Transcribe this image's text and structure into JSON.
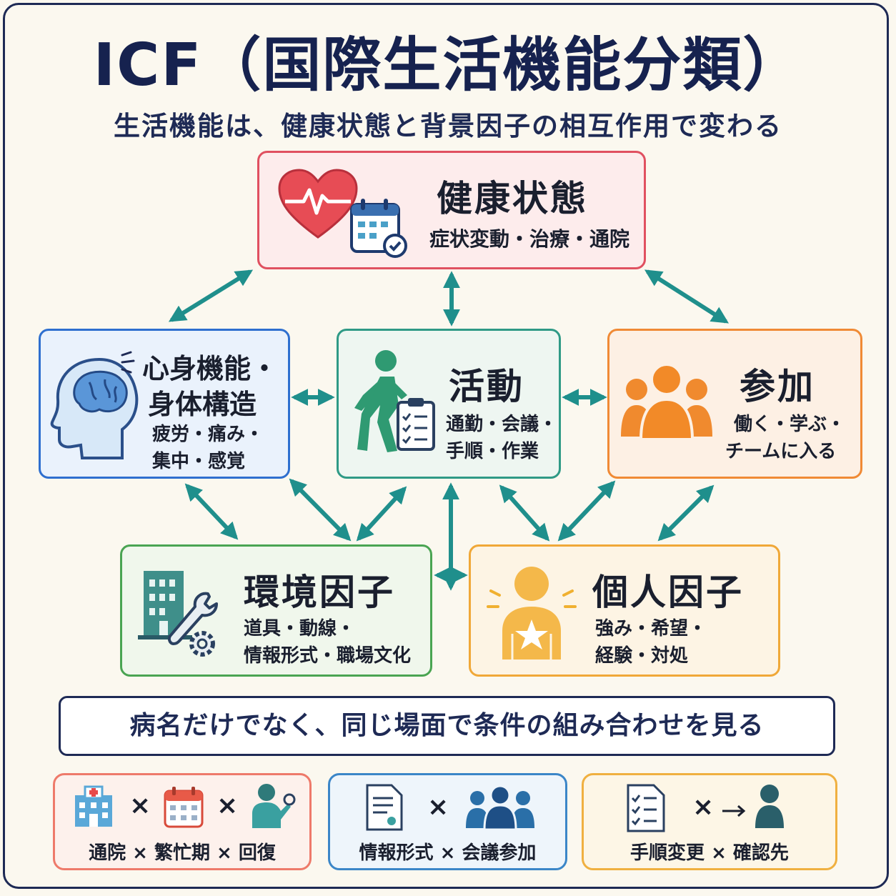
{
  "title": "ICF（国際生活機能分類）",
  "subtitle": "生活機能は、健康状態と背景因子の相互作用で変わる",
  "nodes": {
    "health": {
      "title": "健康状態",
      "desc1": "症状変動・治療・通院"
    },
    "body": {
      "title1": "心身機能・",
      "title2": "身体構造",
      "desc1": "疲労・痛み・",
      "desc2": "集中・感覚"
    },
    "activity": {
      "title": "活動",
      "desc1": "通勤・会議・",
      "desc2": "手順・作業"
    },
    "participation": {
      "title": "参加",
      "desc1": "働く・学ぶ・",
      "desc2": "チームに入る"
    },
    "environment": {
      "title": "環境因子",
      "desc1": "道具・動線・",
      "desc2": "情報形式・職場文化"
    },
    "personal": {
      "title": "個人因子",
      "desc1": "強み・希望・",
      "desc2": "経験・対処"
    }
  },
  "banner": "病名だけでなく、同じ場面で条件の組み合わせを見る",
  "examples": [
    {
      "label": "通院 × 繁忙期 × 回復"
    },
    {
      "label": "情報形式 × 会議参加"
    },
    {
      "label": "手順変更 × 確認先"
    }
  ],
  "times_symbol": "×",
  "colors": {
    "navy": "#1e2a55",
    "teal_arrow": "#1f8f8c",
    "health": "#e05060",
    "body": "#2e6fcf",
    "activity": "#2f9a86",
    "participation": "#f08a35",
    "environment": "#4aa452",
    "personal": "#f0a838"
  },
  "icons": [
    "heart-pulse-icon",
    "calendar-check-icon",
    "head-brain-icon",
    "walking-person-icon",
    "clipboard-checklist-icon",
    "group-people-icon",
    "building-icon",
    "wrench-gear-icon",
    "person-star-icon",
    "hospital-icon",
    "person-recovery-icon",
    "document-icon",
    "team-icon",
    "checklist-icon",
    "person-icon"
  ]
}
